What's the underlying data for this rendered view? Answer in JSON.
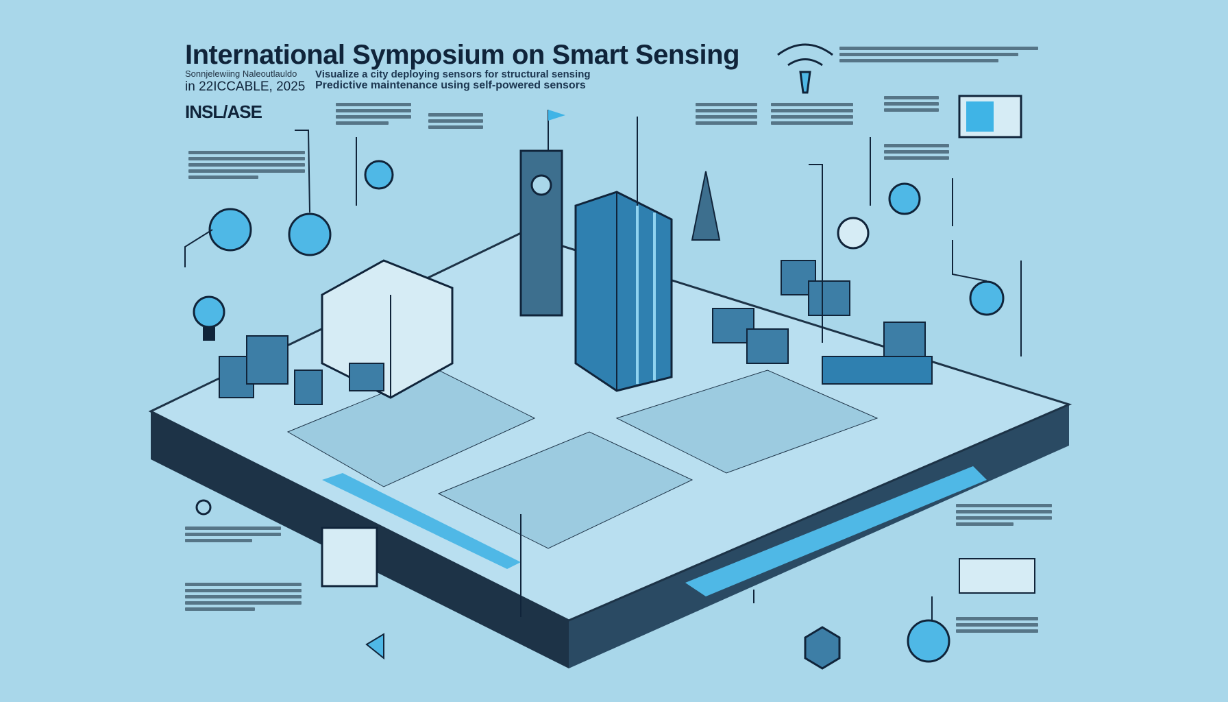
{
  "header": {
    "title": "International Symposium on Smart Sensing",
    "conference_line1": "Sonnjelewiing Naleoutlauldo",
    "conference_line2": "in 22ICCABLE, 2025",
    "subtitle_line1": "Visualize a city deploying sensors for structural sensing",
    "subtitle_line2": "Predictive maintenance using self-powered sensors",
    "logo_text": "INSL/ASE"
  },
  "colors": {
    "background": "#a9d7ea",
    "ink": "#10243a",
    "accent": "#3fb4e6",
    "platform_side": "#1d3347"
  },
  "icons": [
    "wifi-signal-icon",
    "lightbulb-icon",
    "clock-tower-icon",
    "tablet-icon",
    "gear-icon",
    "sensor-node-icon",
    "speaker-icon",
    "monitor-icon",
    "cube-icon"
  ]
}
